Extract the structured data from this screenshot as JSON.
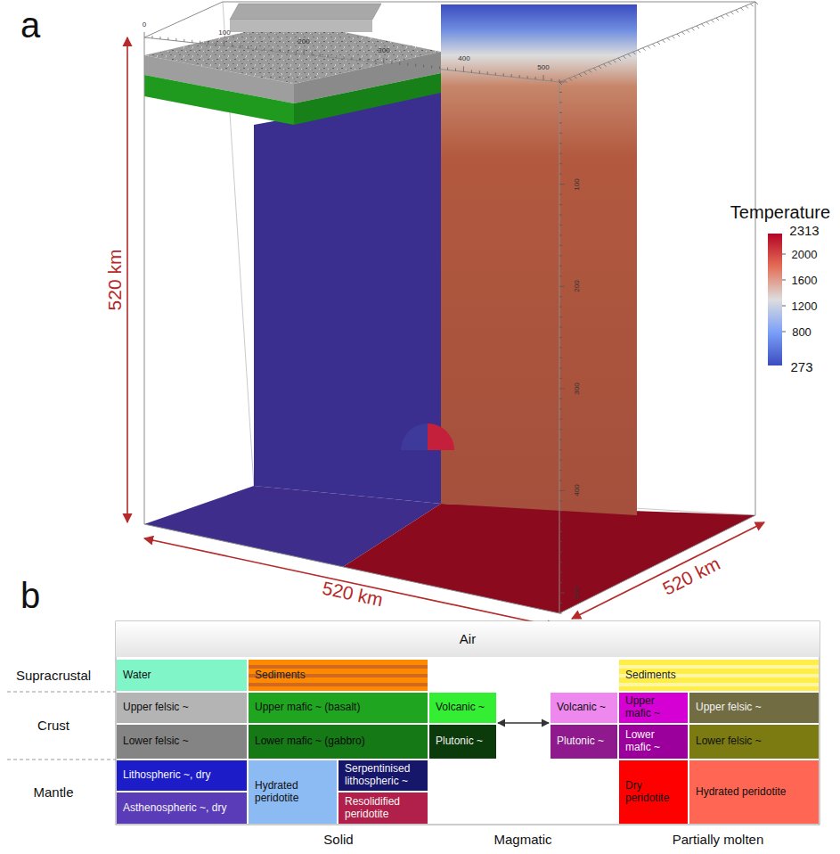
{
  "diagram": {
    "nodes": [
      {
        "text": [
          "Air"
        ]
      },
      {
        "text": [
          "Water"
        ]
      },
      {
        "text": [
          "Sediments"
        ]
      },
      {
        "text": [
          "Sediments"
        ]
      },
      {
        "text": [
          "Upper felsic ~"
        ]
      },
      {
        "text": [
          "Upper mafic ~ (basalt)"
        ]
      },
      {
        "text": [
          "Volcanic ~"
        ]
      },
      {
        "text": [
          "Volcanic ~"
        ]
      },
      {
        "text": [
          "Upper mafic ~"
        ]
      },
      {
        "text": [
          "Upper felsic ~"
        ]
      },
      {
        "text": [
          "Lower felsic ~"
        ]
      },
      {
        "text": [
          "Lower mafic ~ (gabbro)"
        ]
      },
      {
        "text": [
          "Plutonic ~"
        ]
      },
      {
        "text": [
          "Plutonic ~"
        ]
      },
      {
        "text": [
          "Lower mafic ~"
        ]
      },
      {
        "text": [
          "Lower felsic ~"
        ]
      },
      {
        "text": [
          "Lithospheric ~, dry"
        ]
      },
      {
        "text": [
          "Hydrated peridotite"
        ]
      },
      {
        "text": [
          "Serpentinised lithospheric ~"
        ]
      },
      {
        "text": [
          "Dry peridotite"
        ]
      },
      {
        "text": [
          "Hydrated peridotite"
        ]
      },
      {
        "text": [
          "Asthenospheric ~, dry"
        ]
      },
      {
        "text": [
          "Resolidified peridotite"
        ]
      }
    ],
    "edges": [
      {
        "from": 6,
        "to": 7,
        "arrow": "both"
      }
    ],
    "labels": [
      "a",
      "520 km",
      "520 km",
      "520 km",
      "0",
      "100",
      "200",
      "300",
      "400",
      "500",
      "100",
      "200",
      "300",
      "400",
      "500",
      "Temperature",
      "2313",
      "2000",
      "1600",
      "1200",
      "800",
      "273",
      "b",
      "Supracrustal",
      "Crust",
      "Mantle",
      "Solid",
      "Magmatic",
      "Partially molten"
    ]
  }
}
